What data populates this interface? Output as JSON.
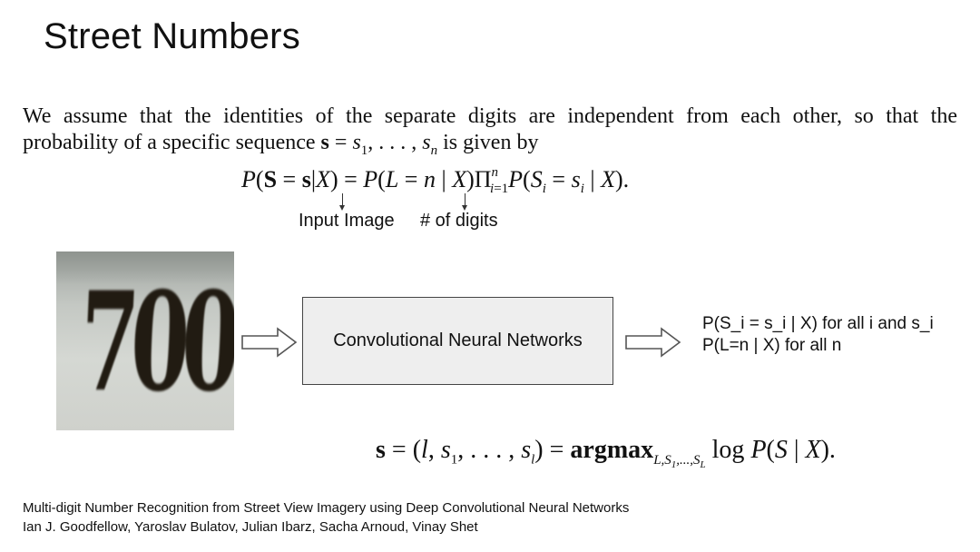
{
  "slide": {
    "title": "Street Numbers",
    "paragraph": {
      "line1": "We assume that the identities of the separate digits are independent from each other, so that the",
      "line2_prefix": "probability of a specific sequence ",
      "line2_suffix": " is given by"
    },
    "equation1": {
      "lhs": "P(S = s|X)",
      "rhs": "= P(L = n | X)Π_{i=1}^{n} P(S_i = s_i | X)."
    },
    "annotations": {
      "input_image": "Input Image",
      "num_digits": "# of digits"
    },
    "image": {
      "digits": "700",
      "description_icon": "street-number-photo"
    },
    "cnn_box": {
      "label": "Convolutional Neural Networks"
    },
    "outputs": [
      "P(S_i = s_i | X) for all i and s_i",
      "P(L=n | X) for all n"
    ],
    "equation2": "s = (l, s_1, . . . , s_l) = argmax_{L,S_1,...,S_L} log P(S | X).",
    "citation": {
      "title": "Multi-digit Number Recognition from Street View Imagery using Deep Convolutional Neural Networks",
      "authors": "Ian J. Goodfellow, Yaroslav Bulatov, Julian Ibarz, Sacha Arnoud, Vinay Shet"
    }
  }
}
